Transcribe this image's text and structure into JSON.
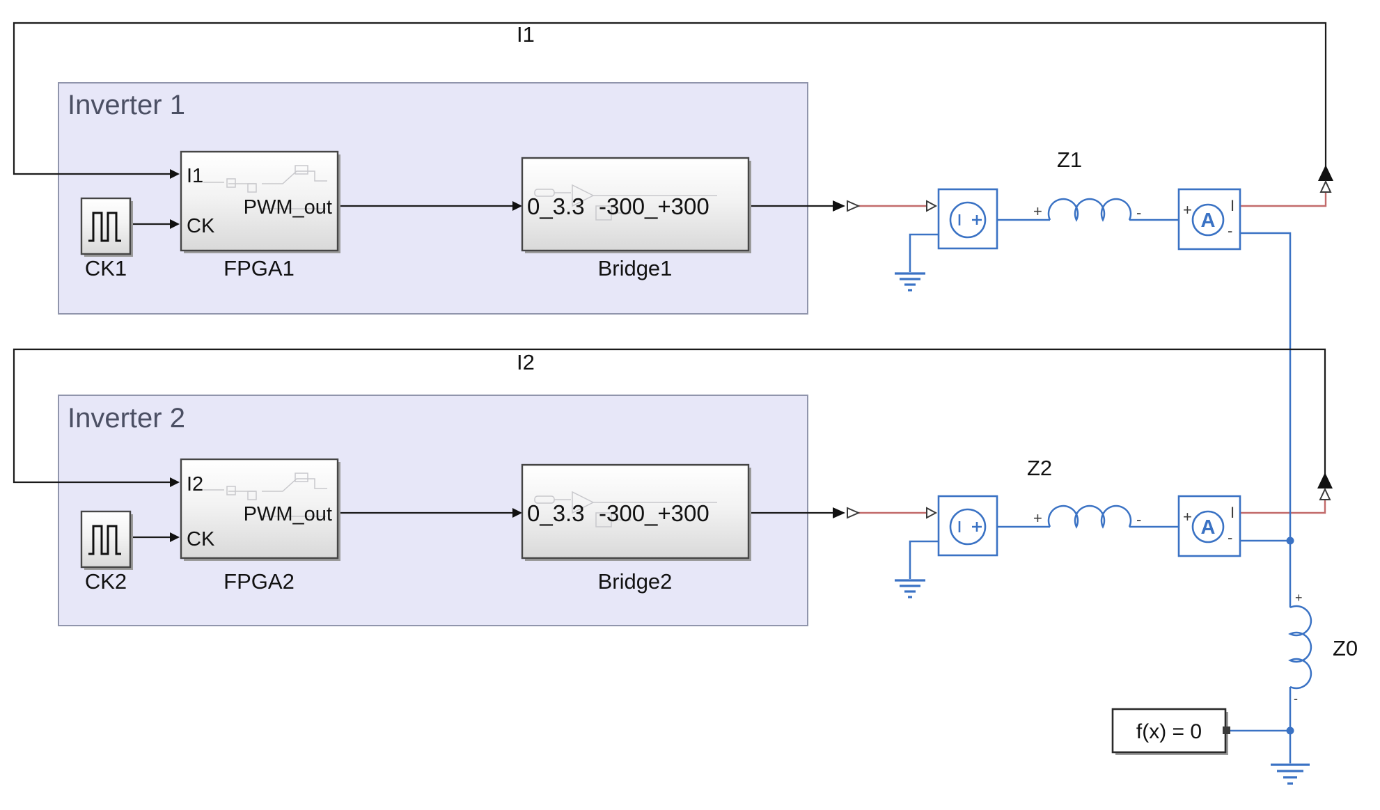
{
  "diagram": {
    "groups": [
      {
        "label": "Inverter 1"
      },
      {
        "label": "Inverter 2"
      }
    ],
    "wire_labels": {
      "i1": "I1",
      "i2": "I2"
    },
    "blocks": {
      "ck1": {
        "label": "CK1"
      },
      "ck2": {
        "label": "CK2"
      },
      "fpga1": {
        "label": "FPGA1",
        "in1": "I1",
        "in2": "CK",
        "out": "PWM_out"
      },
      "fpga2": {
        "label": "FPGA2",
        "in1": "I2",
        "in2": "CK",
        "out": "PWM_out"
      },
      "bridge1": {
        "label": "Bridge1",
        "range_in": "0_3.3",
        "range_out": "-300_+300"
      },
      "bridge2": {
        "label": "Bridge2",
        "range_in": "0_3.3",
        "range_out": "-300_+300"
      },
      "inductor1": {
        "label": "Z1",
        "plus": "+",
        "minus": "-"
      },
      "inductor2": {
        "label": "Z2",
        "plus": "+",
        "minus": "-"
      },
      "inductor0": {
        "label": "Z0",
        "plus": "+",
        "minus": "-"
      },
      "ammeter1": {
        "letter": "A",
        "plus": "+",
        "port_i": "I",
        "port_minus": "-"
      },
      "ammeter2": {
        "letter": "A",
        "plus": "+",
        "port_i": "I",
        "port_minus": "-"
      },
      "solver": {
        "label": "f(x) = 0"
      }
    },
    "icons": {
      "pulse_generator": "pulse-wave-icon",
      "ground": "ground-icon",
      "voltage_source": "voltage-source-icon",
      "converter_filled": "signal-to-physical-arrow-icon",
      "converter_hollow": "physical-port-triangle-icon"
    },
    "colors": {
      "physical_wire": "#3a72c4",
      "ps_signal_wire": "#c26a6a",
      "signal_wire": "#1a1a1a",
      "panel_fill": "#e7e7f8",
      "panel_border": "#9095ac",
      "panel_label": "#4b4f63",
      "block_gradient_bottom": "#d9d9d9",
      "shadow": "#9b9b9b"
    }
  }
}
